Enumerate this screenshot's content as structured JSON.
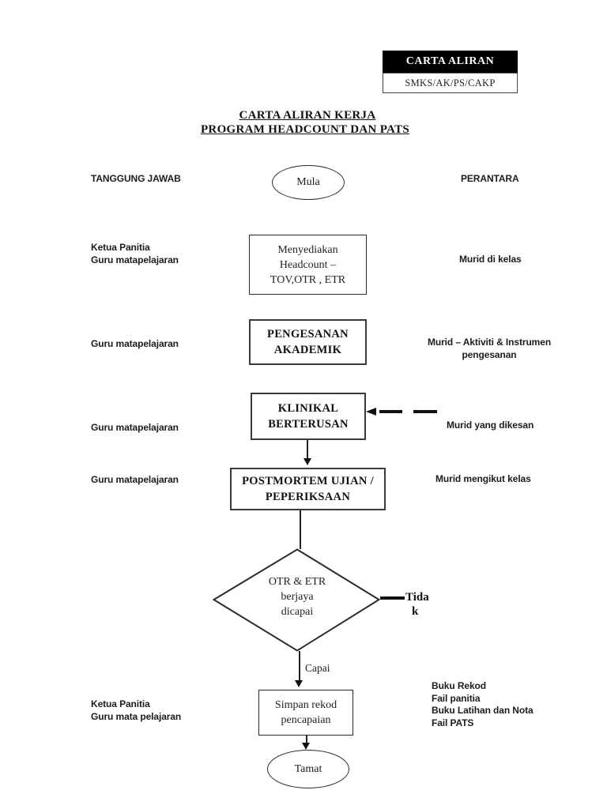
{
  "doc_code": {
    "header": "CARTA ALIRAN",
    "code": "SMKS/AK/PS/CAKP"
  },
  "title": {
    "line1": "CARTA ALIRAN KERJA",
    "line2": "PROGRAM HEADCOUNT DAN PATS"
  },
  "columns": {
    "left": "TANGGUNG JAWAB",
    "right": "PERANTARA"
  },
  "flow": {
    "start": "Mula",
    "step1": {
      "lines": [
        "Menyediakan",
        "Headcount –",
        "TOV,OTR , ETR"
      ]
    },
    "step2": {
      "lines": [
        "PENGESANAN",
        "AKADEMIK"
      ]
    },
    "step3": {
      "lines": [
        "KLINIKAL",
        "BERTERUSAN"
      ]
    },
    "step4": {
      "lines": [
        "POSTMORTEM UJIAN /",
        "PEPERIKSAAN"
      ]
    },
    "decision": {
      "lines": [
        "OTR & ETR",
        "berjaya",
        "dicapai"
      ]
    },
    "no_line1": "Tida",
    "no_line2": "k",
    "yes": "Capai",
    "step5": {
      "lines": [
        "Simpan rekod",
        "pencapaian"
      ]
    },
    "end": "Tamat"
  },
  "responsibilities": [
    {
      "lines": [
        "Ketua Panitia",
        "Guru matapelajaran"
      ]
    },
    {
      "lines": [
        "Guru matapelajaran"
      ]
    },
    {
      "lines": [
        "Guru matapelajaran"
      ]
    },
    {
      "lines": [
        "Guru matapelajaran"
      ]
    },
    {
      "lines": [
        "Ketua Panitia",
        "Guru mata pelajaran"
      ]
    }
  ],
  "intermediaries": [
    {
      "lines": [
        "Murid di kelas"
      ]
    },
    {
      "lines": [
        "Murid – Aktiviti & Instrumen",
        "pengesanan"
      ]
    },
    {
      "lines": [
        "Murid yang dikesan"
      ]
    },
    {
      "lines": [
        "Murid mengikut kelas"
      ]
    },
    {
      "lines": [
        "Buku Rekod",
        "Fail panitia",
        "Buku Latihan dan Nota",
        "Fail PATS"
      ]
    }
  ],
  "colors": {
    "ink": "#1a1a1a",
    "code_header_bg": "#000000",
    "paper": "#ffffff"
  }
}
